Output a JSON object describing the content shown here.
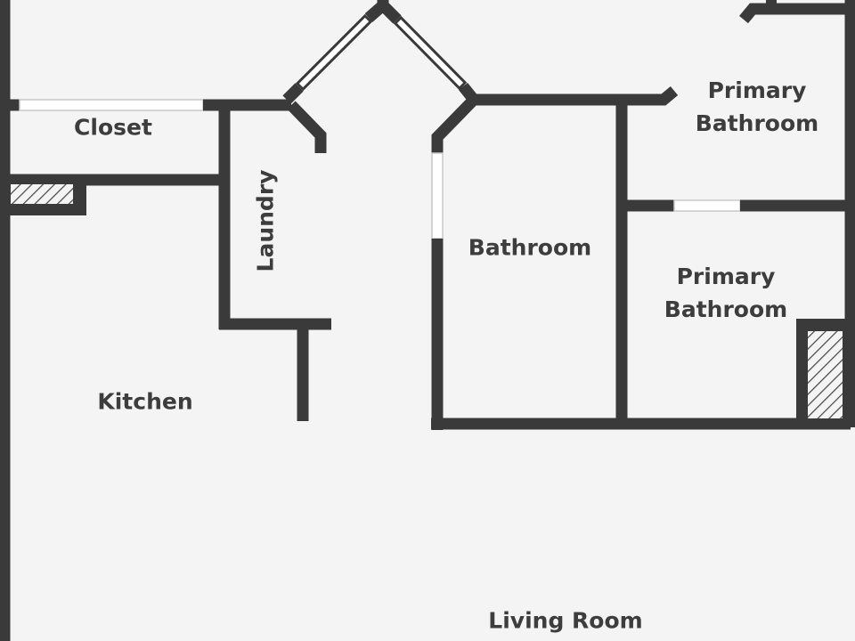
{
  "plan": {
    "colors": {
      "background": "#f4f4f4",
      "wall": "#3a3a3a",
      "window": "#ffffff",
      "text": "#3d3d3d"
    },
    "rooms": {
      "closet": "Closet",
      "laundry": "Laundry",
      "kitchen": "Kitchen",
      "bathroom": "Bathroom",
      "primary_bathroom_top": {
        "line1": "Primary",
        "line2": "Bathroom"
      },
      "primary_bathroom_mid": {
        "line1": "Primary",
        "line2": "Bathroom"
      },
      "living_room": "Living Room"
    }
  }
}
